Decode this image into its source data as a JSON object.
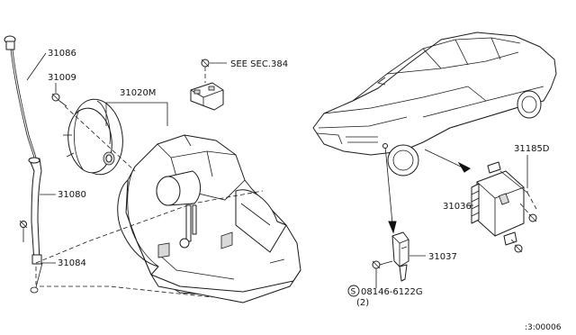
{
  "labels": {
    "p31086": "31086",
    "p31009": "31009",
    "p31020m": "31020M",
    "see_sec": "SEE SEC.384",
    "p31080": "31080",
    "p31084": "31084",
    "p31185d": "31185D",
    "p31036": "31036",
    "p31037": "31037",
    "bolt_code": "08146-6122G",
    "bolt_qty": "(2)",
    "circle_s": "S",
    "ref_code": ":3:00006"
  }
}
